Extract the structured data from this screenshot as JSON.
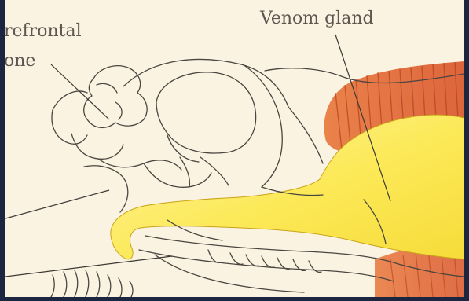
{
  "labels": {
    "venom_gland": "Venom gland",
    "prefrontal_line1": "refrontal",
    "prefrontal_line2": "one"
  },
  "colors": {
    "page_border": "#1d2640",
    "paper": "#fbf3e2",
    "venom_gland_fill": "#fdec6b",
    "muscle": "#e06a2e",
    "ink": "#4a4540"
  }
}
